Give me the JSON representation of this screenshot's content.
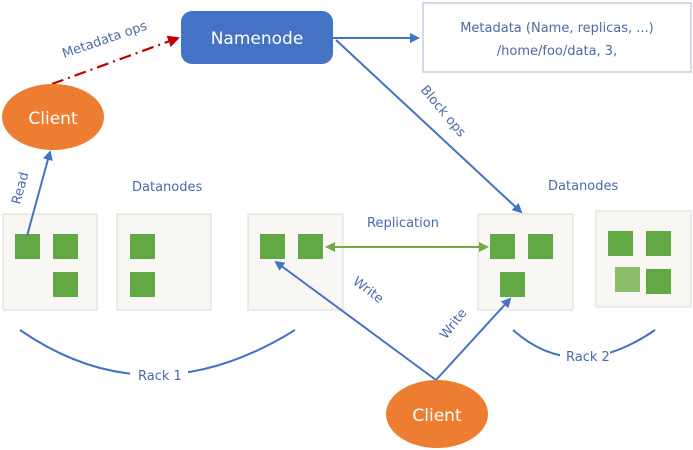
{
  "namenode": {
    "label": "Namenode"
  },
  "metadata_box": {
    "line1": "Metadata (Name, replicas, ...)",
    "line2": "/home/foo/data, 3,"
  },
  "clients": {
    "top": "Client",
    "bottom": "Client"
  },
  "edge_labels": {
    "metadata_ops": "Metadata ops",
    "block_ops": "Block ops",
    "read": "Read",
    "replication": "Replication",
    "write_left": "Write",
    "write_right": "Write"
  },
  "group_labels": {
    "datanodes_left": "Datanodes",
    "datanodes_right": "Datanodes",
    "rack1": "Rack 1",
    "rack2": "Rack 2"
  },
  "colors": {
    "namenode": "#4472c4",
    "client": "#ed7d31",
    "block": "#62a844",
    "block_light": "#8dbf6a",
    "arrow_blue": "#4472c4",
    "arrow_green": "#70ad47",
    "arrow_red": "#c00000",
    "datanode_bg": "#f8f7f4",
    "datanode_border": "#dedbd4"
  }
}
